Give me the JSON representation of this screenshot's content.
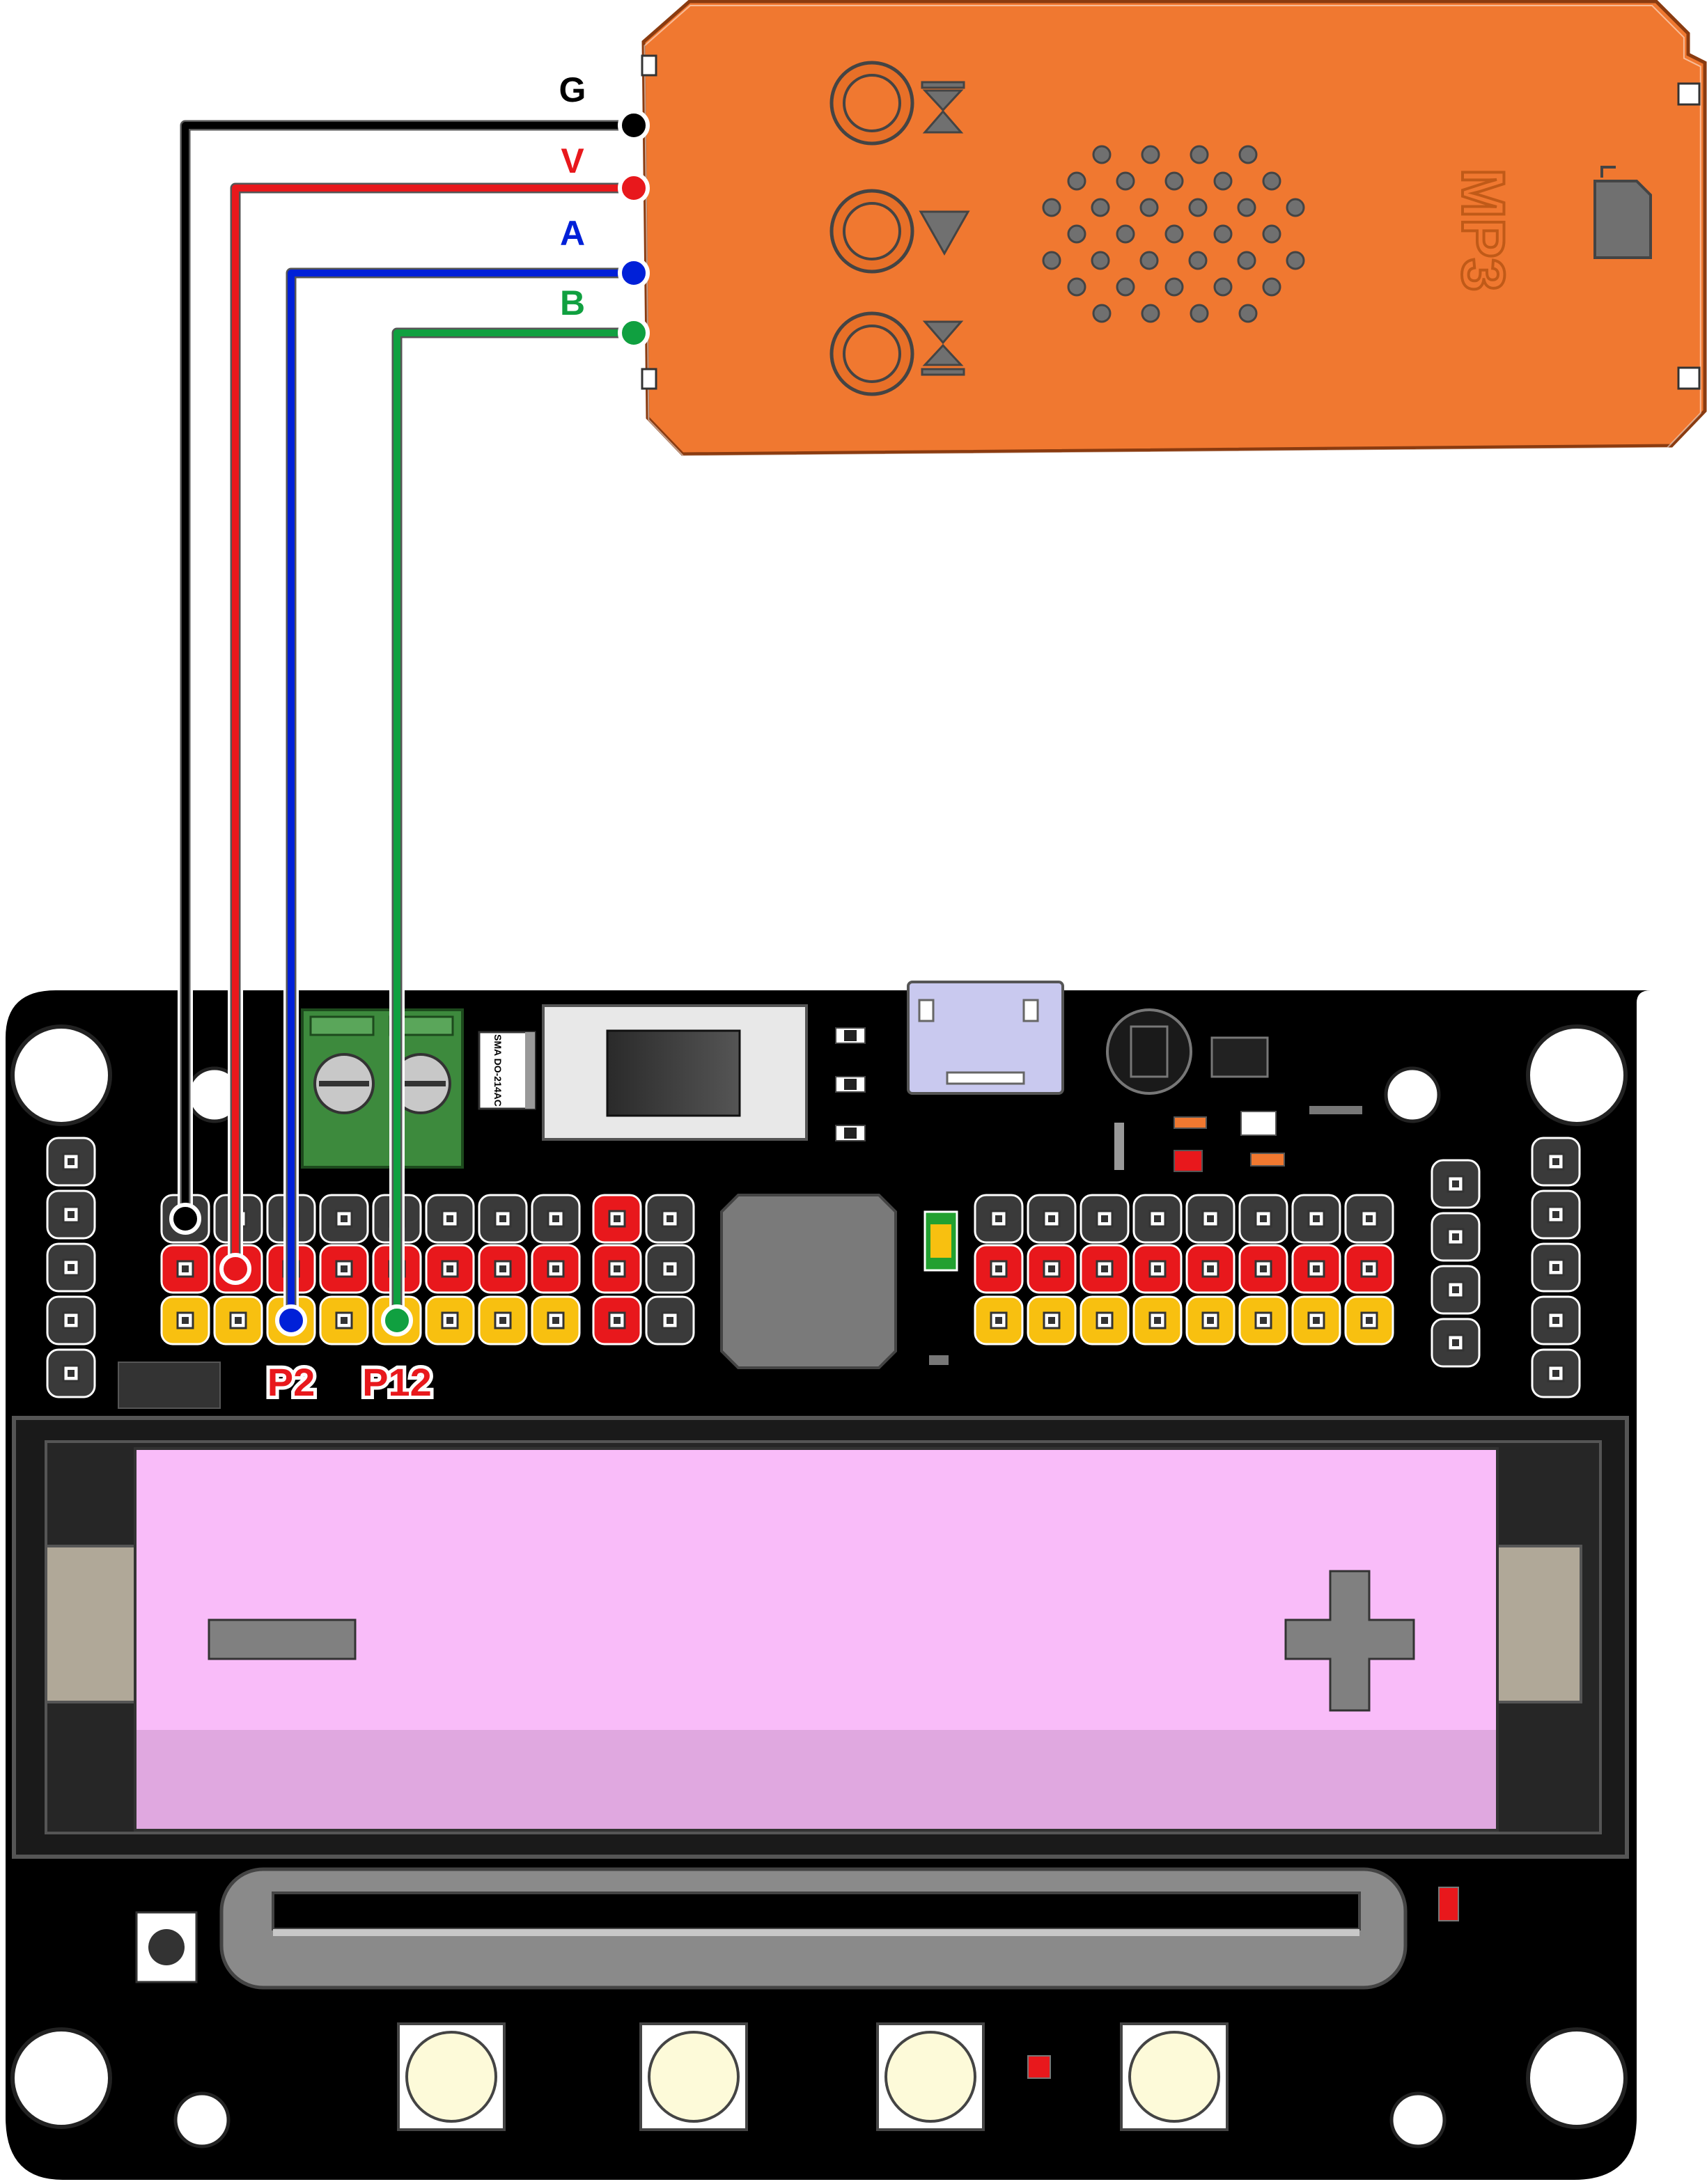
{
  "module": {
    "label": "MP3",
    "color": "#f07830",
    "buttons": [
      "next-icon",
      "play-pause-icon",
      "previous-icon"
    ],
    "wires": [
      {
        "label": "G",
        "color": "#000000"
      },
      {
        "label": "V",
        "color": "#e8181c"
      },
      {
        "label": "A",
        "color": "#0020d8"
      },
      {
        "label": "B",
        "color": "#10a040"
      }
    ]
  },
  "board": {
    "color": "#000000",
    "pin_labels": [
      "P2",
      "P12"
    ],
    "header_colors": {
      "ground": "#3a3a3a",
      "power": "#e8181c",
      "signal": "#f8c010"
    },
    "diode_marking": "SMA DO-214AC",
    "battery": {
      "color": "#f9bcf9",
      "minus": "−",
      "plus": "+"
    },
    "buttons_count": 4
  }
}
